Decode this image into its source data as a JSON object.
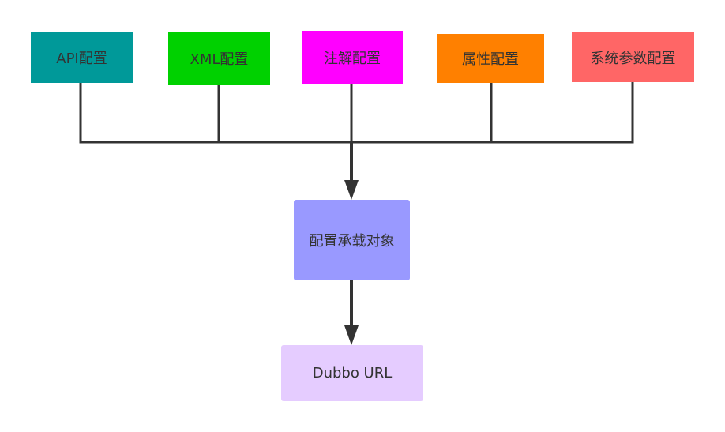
{
  "diagram": {
    "sources": [
      {
        "id": "api",
        "label": "API配置",
        "color": "#009999"
      },
      {
        "id": "xml",
        "label": "XML配置",
        "color": "#00d100"
      },
      {
        "id": "annotation",
        "label": "注解配置",
        "color": "#ff00ff"
      },
      {
        "id": "property",
        "label": "属性配置",
        "color": "#ff8000"
      },
      {
        "id": "system",
        "label": "系统参数配置",
        "color": "#ff6666"
      }
    ],
    "carrier": {
      "label": "配置承载对象",
      "color": "#9999ff"
    },
    "output": {
      "label": "Dubbo URL",
      "color": "#e5ccff"
    },
    "connector_color": "#333333"
  }
}
